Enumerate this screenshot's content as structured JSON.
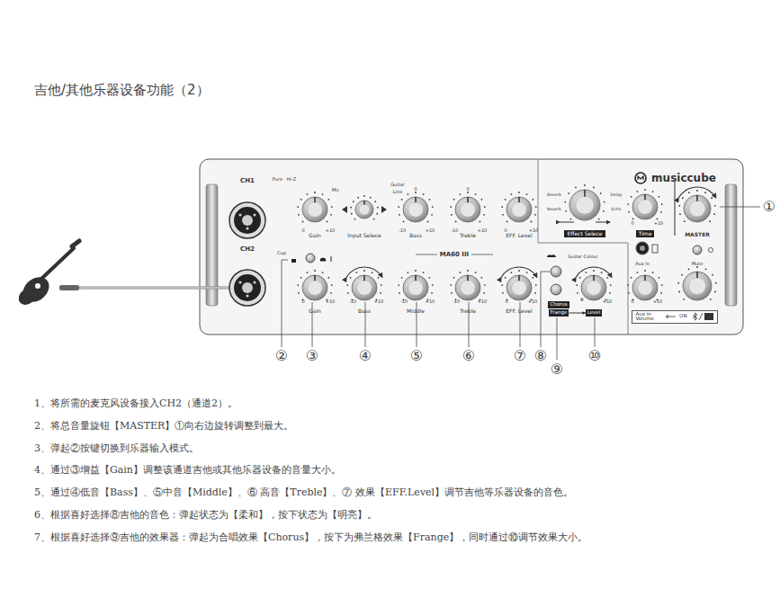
{
  "diagram": {
    "title": "吉他/其他乐器设备功能（2）",
    "nodes": [
      {
        "text": [
          "Effect Selece"
        ]
      },
      {
        "text": [
          "Time"
        ]
      },
      {
        "text": [
          "Chorus"
        ]
      },
      {
        "text": [
          "Frange"
        ]
      },
      {
        "text": [
          "Level"
        ]
      },
      {
        "text": [
          "Aux in Volume",
          "ON"
        ]
      }
    ],
    "edges": [
      {
        "from": 3,
        "to": 4,
        "arrow": "to"
      }
    ],
    "labels": [
      "CH1",
      "Pure · Hi-Z",
      "Mic",
      "Guitar",
      "Line",
      "0",
      "+10",
      "Gain",
      "Input Selece",
      "0",
      "-10",
      "+10",
      "Bass",
      "0",
      "-10",
      "+10",
      "Treble",
      "0",
      "+10",
      "EFF. Level",
      "Reverb",
      "Reverb",
      "Delay",
      "Echo",
      "0",
      "+10",
      "musiccube",
      "MASTER",
      "Aux in",
      "Mute",
      "CH2",
      "Cup",
      "MA60 III",
      "Guitar Colour",
      "0",
      "+10",
      "Gain",
      "-10",
      "+10",
      "Bass",
      "-10",
      "+10",
      "Middle",
      "-10",
      "+10",
      "Treble",
      "0",
      "+10",
      "EFF. Level",
      "0",
      "+10",
      "0",
      "+10",
      "①",
      "②",
      "③",
      "④",
      "⑤",
      "⑥",
      "⑦",
      "⑧",
      "⑨",
      "⑩",
      "1、将所需的麦克风设备接入CH2（通道2）。",
      "2、将总音量旋钮【MASTER】①向右边旋转调整到最大。",
      "3、弹起②按键切换到乐器输入模式。",
      "4、通过③增益【Gain】调整该通道吉他或其他乐器设备的音量大小。",
      "5、通过④低音【Bass】、⑤中音【Middle】、⑥ 高音【Treble】、⑦ 效果【EFF.Level】调节吉他等乐器设备的音色。",
      "6、根据喜好选择⑧吉他的音色：弹起状态为【柔和】，按下状态为【明亮】。",
      "7、根据喜好选择⑨吉他的效果器：弹起为合唱效果【Chorus】，按下为弗兰格效果【Frange】，同时通过⑩调节效果大小。"
    ]
  }
}
